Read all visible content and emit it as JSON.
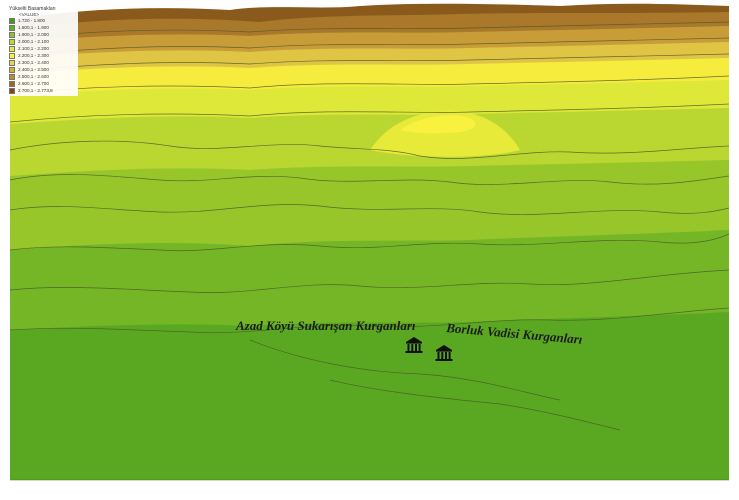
{
  "legend": {
    "title": "Yükselti Basamakları",
    "field": "<VALUE>",
    "classes": [
      {
        "label": "1.720 - 1.800",
        "color": "#3e9a1e"
      },
      {
        "label": "1.800,1 - 1.900",
        "color": "#5fae24"
      },
      {
        "label": "1.900,1 - 2.000",
        "color": "#8cc22c"
      },
      {
        "label": "2.000,1 - 2.100",
        "color": "#b8d832"
      },
      {
        "label": "2.100,1 - 2.200",
        "color": "#e1ec38"
      },
      {
        "label": "2.200,1 - 2.300",
        "color": "#fbf23c"
      },
      {
        "label": "2.300,1 - 2.400",
        "color": "#ead546"
      },
      {
        "label": "2.400,1 - 2.500",
        "color": "#d5b036"
      },
      {
        "label": "2.500,1 - 2.600",
        "color": "#b98d2a"
      },
      {
        "label": "2.600,1 - 2.700",
        "color": "#9c6a20"
      },
      {
        "label": "2.700,1 - 2.773,8",
        "color": "#7d4618"
      }
    ]
  },
  "sites": [
    {
      "name": "Azad Köyü Sukarışan Kurganları",
      "icon": "monument-icon"
    },
    {
      "name": "Borluk Vadisi Kurganları",
      "icon": "monument-icon"
    }
  ]
}
